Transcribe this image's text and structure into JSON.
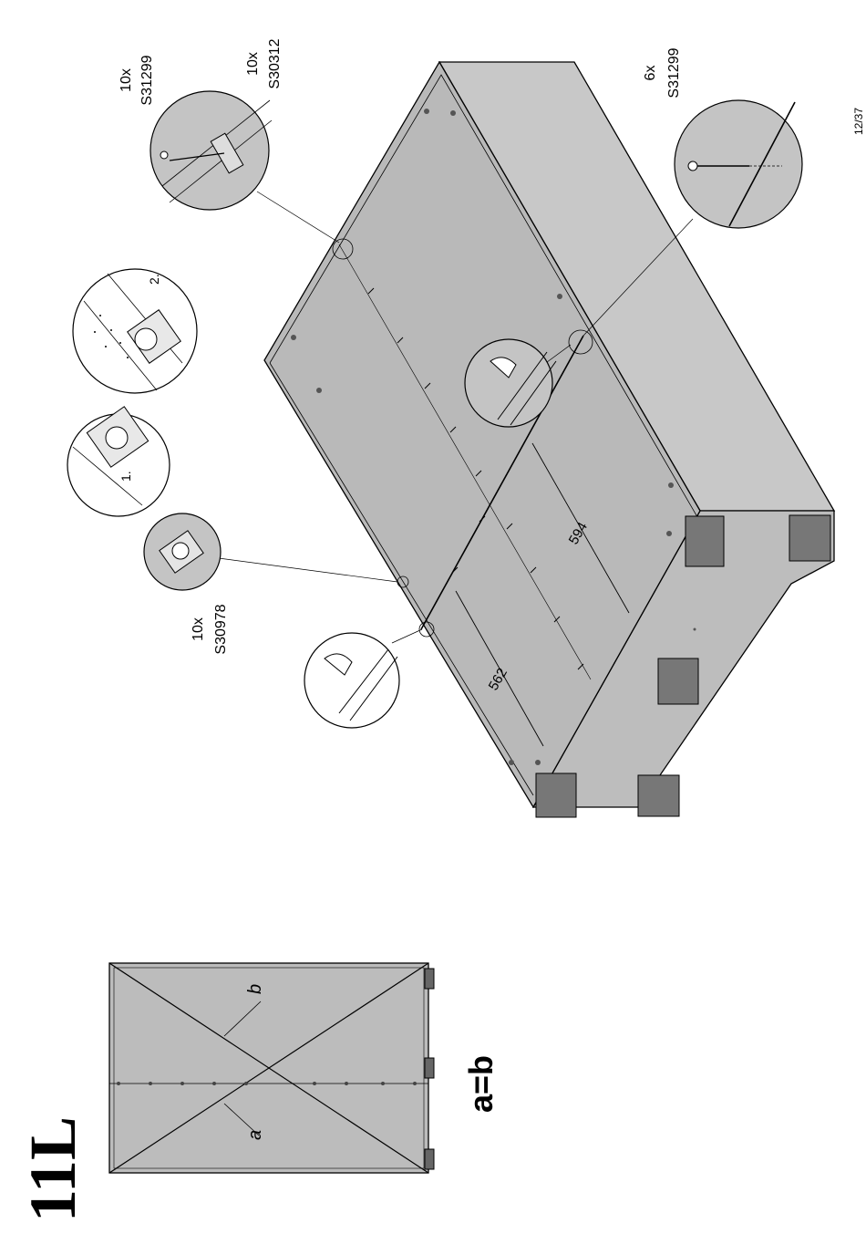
{
  "step": {
    "number": "11L"
  },
  "page": {
    "number": "12/37"
  },
  "callouts": [
    {
      "qty": "10x",
      "part": "S31299"
    },
    {
      "qty": "10x",
      "part": "S30312"
    },
    {
      "qty": "6x",
      "part": "S31299"
    },
    {
      "qty": "10x",
      "part": "S30978"
    }
  ],
  "detail_steps": [
    "1.",
    "2."
  ],
  "dimensions": [
    "562",
    "594"
  ],
  "diagonal": {
    "a": "a",
    "b": "b",
    "rule": "a=b"
  },
  "colors": {
    "panel": "#b9b9b9",
    "panel_dark": "#8e8e8e",
    "zoom": "#c4c4c4",
    "pad": "#6f6f6f"
  }
}
